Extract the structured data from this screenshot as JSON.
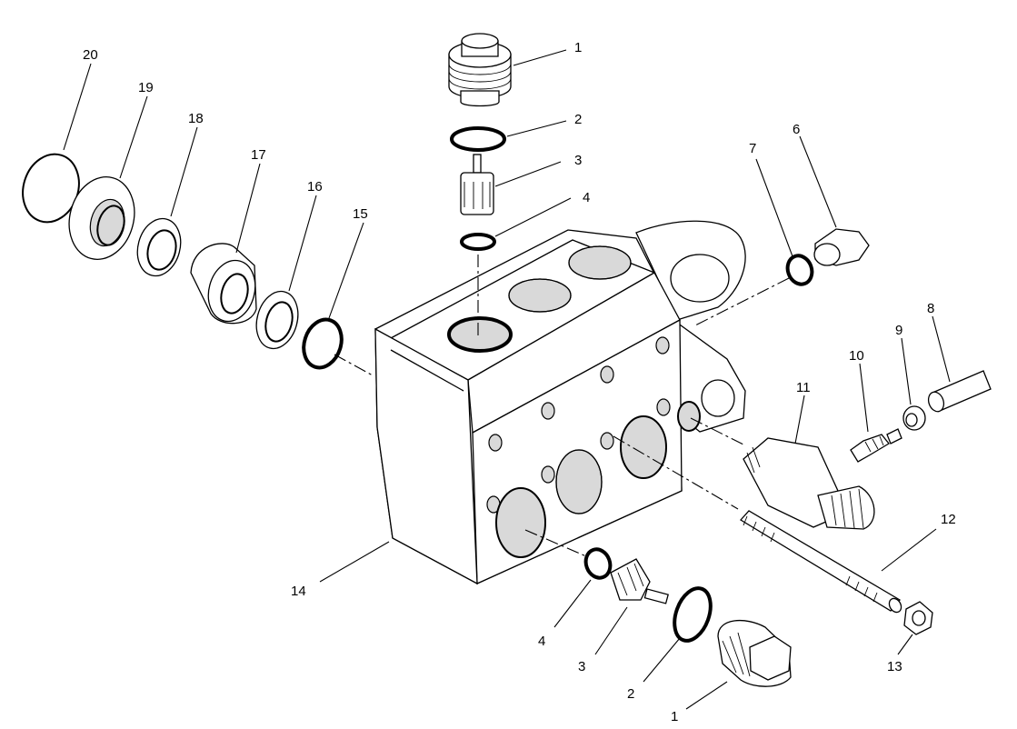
{
  "diagram": {
    "callouts": [
      {
        "id": "c1-top",
        "text": "1"
      },
      {
        "id": "c2-top",
        "text": "2"
      },
      {
        "id": "c3-top",
        "text": "3"
      },
      {
        "id": "c4-top",
        "text": "4"
      },
      {
        "id": "c6",
        "text": "6"
      },
      {
        "id": "c7",
        "text": "7"
      },
      {
        "id": "c8",
        "text": "8"
      },
      {
        "id": "c9",
        "text": "9"
      },
      {
        "id": "c10",
        "text": "10"
      },
      {
        "id": "c11",
        "text": "11"
      },
      {
        "id": "c12",
        "text": "12"
      },
      {
        "id": "c13",
        "text": "13"
      },
      {
        "id": "c14",
        "text": "14"
      },
      {
        "id": "c15",
        "text": "15"
      },
      {
        "id": "c16",
        "text": "16"
      },
      {
        "id": "c17",
        "text": "17"
      },
      {
        "id": "c18",
        "text": "18"
      },
      {
        "id": "c19",
        "text": "19"
      },
      {
        "id": "c20",
        "text": "20"
      },
      {
        "id": "c4-bot",
        "text": "4"
      },
      {
        "id": "c3-bot",
        "text": "3"
      },
      {
        "id": "c2-bot",
        "text": "2"
      },
      {
        "id": "c1-bot",
        "text": "1"
      }
    ]
  }
}
